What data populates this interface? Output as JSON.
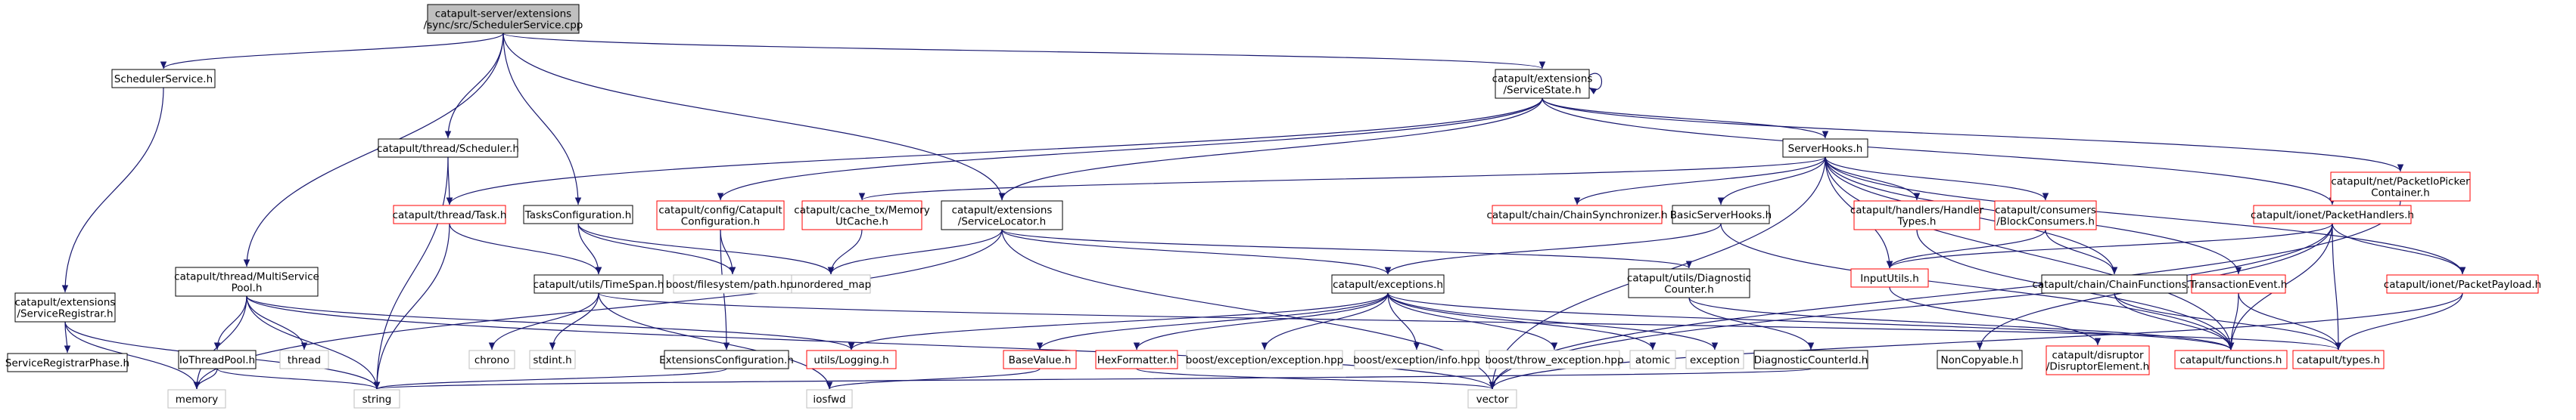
{
  "graph": {
    "root": {
      "lines": [
        "catapult-server/extensions",
        "/sync/src/SchedulerService.cpp"
      ]
    },
    "nodes": {
      "scheduler_service_h": {
        "lines": [
          "SchedulerService.h"
        ]
      },
      "service_state_h": {
        "lines": [
          "catapult/extensions",
          "/ServiceState.h"
        ]
      },
      "packet_io_picker_h": {
        "lines": [
          "catapult/net/PacketIoPicker",
          "Container.h"
        ]
      },
      "thread_scheduler_h": {
        "lines": [
          "catapult/thread/Scheduler.h"
        ]
      },
      "server_hooks_h": {
        "lines": [
          "ServerHooks.h"
        ]
      },
      "thread_task_h": {
        "lines": [
          "catapult/thread/Task.h"
        ]
      },
      "tasks_configuration_h": {
        "lines": [
          "TasksConfiguration.h"
        ]
      },
      "config_catapult_configuration_h": {
        "lines": [
          "catapult/config/Catapult",
          "Configuration.h"
        ]
      },
      "cache_memory_ut_cache_h": {
        "lines": [
          "catapult/cache_tx/Memory",
          "UtCache.h"
        ]
      },
      "service_locator_h": {
        "lines": [
          "catapult/extensions",
          "/ServiceLocator.h"
        ]
      },
      "chain_synchronizer_h": {
        "lines": [
          "catapult/chain/ChainSynchronizer.h"
        ]
      },
      "basic_server_hooks_h": {
        "lines": [
          "BasicServerHooks.h"
        ]
      },
      "handler_types_h": {
        "lines": [
          "catapult/handlers/Handler",
          "Types.h"
        ]
      },
      "block_consumers_h": {
        "lines": [
          "catapult/consumers",
          "/BlockConsumers.h"
        ]
      },
      "packet_handlers_h": {
        "lines": [
          "catapult/ionet/PacketHandlers.h"
        ]
      },
      "service_registrar_h": {
        "lines": [
          "catapult/extensions",
          "/ServiceRegistrar.h"
        ]
      },
      "multi_service_pool_h": {
        "lines": [
          "catapult/thread/MultiService",
          "Pool.h"
        ]
      },
      "utils_time_span_h": {
        "lines": [
          "catapult/utils/TimeSpan.h"
        ]
      },
      "filesystem_path_hpp": {
        "lines": [
          "boost/filesystem/path.hpp"
        ]
      },
      "unordered_map": {
        "lines": [
          "unordered_map"
        ]
      },
      "exceptions_h": {
        "lines": [
          "catapult/exceptions.h"
        ]
      },
      "diagnostic_counter_h": {
        "lines": [
          "catapult/utils/Diagnostic",
          "Counter.h"
        ]
      },
      "input_utils_h": {
        "lines": [
          "InputUtils.h"
        ]
      },
      "chain_functions_h": {
        "lines": [
          "catapult/chain/ChainFunctions.h"
        ]
      },
      "transaction_event_h": {
        "lines": [
          "TransactionEvent.h"
        ]
      },
      "packet_payload_h": {
        "lines": [
          "catapult/ionet/PacketPayload.h"
        ]
      },
      "service_registrar_phase_h": {
        "lines": [
          "ServiceRegistrarPhase.h"
        ]
      },
      "io_thread_pool_h": {
        "lines": [
          "IoThreadPool.h"
        ]
      },
      "thread": {
        "lines": [
          "thread"
        ]
      },
      "chrono": {
        "lines": [
          "chrono"
        ]
      },
      "stdint_h": {
        "lines": [
          "stdint.h"
        ]
      },
      "utils_logging_h": {
        "lines": [
          "utils/Logging.h"
        ]
      },
      "extensions_configuration_h": {
        "lines": [
          "ExtensionsConfiguration.h"
        ]
      },
      "base_value_h": {
        "lines": [
          "BaseValue.h"
        ]
      },
      "hex_formatter_h": {
        "lines": [
          "HexFormatter.h"
        ]
      },
      "boost_exception_hpp": {
        "lines": [
          "boost/exception/exception.hpp"
        ]
      },
      "boost_info_hpp": {
        "lines": [
          "boost/exception/info.hpp"
        ]
      },
      "boost_throw_exception_hpp": {
        "lines": [
          "boost/throw_exception.hpp"
        ]
      },
      "atomic": {
        "lines": [
          "atomic"
        ]
      },
      "exception": {
        "lines": [
          "exception"
        ]
      },
      "diagnostic_counter_id_h": {
        "lines": [
          "DiagnosticCounterId.h"
        ]
      },
      "noncopyable_h": {
        "lines": [
          "NonCopyable.h"
        ]
      },
      "disruptor_element_h": {
        "lines": [
          "catapult/disruptor",
          "/DisruptorElement.h"
        ]
      },
      "functions_h": {
        "lines": [
          "catapult/functions.h"
        ]
      },
      "types_h": {
        "lines": [
          "catapult/types.h"
        ]
      },
      "memory": {
        "lines": [
          "memory"
        ]
      },
      "string": {
        "lines": [
          "string"
        ]
      },
      "iosfwd": {
        "lines": [
          "iosfwd"
        ]
      },
      "vector": {
        "lines": [
          "vector"
        ]
      }
    },
    "colors": {
      "edge": "#191970",
      "root_fill": "#bfbfbf",
      "normal_border": "#000000",
      "truncated_border": "#ff0000",
      "system_border": "#bfbfbf",
      "text": "#000000"
    }
  }
}
